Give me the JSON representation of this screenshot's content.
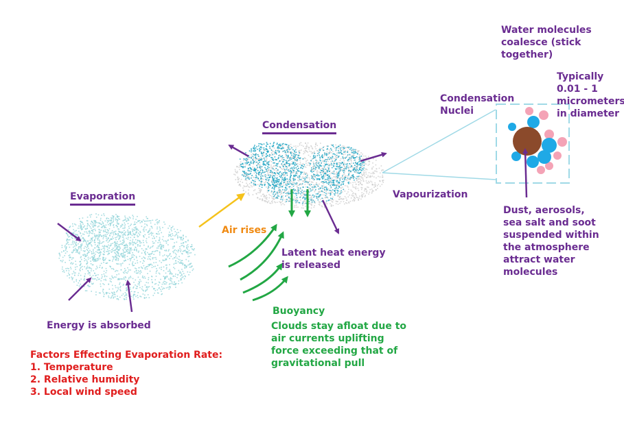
{
  "labels": {
    "evaporation": "Evaporation",
    "condensation": "Condensation",
    "vapourization": "Vapourization",
    "condensation_nuclei_1": "Condensation",
    "condensation_nuclei_2": "Nuclei",
    "energy_absorbed": "Energy is absorbed",
    "air_rises": "Air rises",
    "latent_1": "Latent heat energy",
    "latent_2": "is released",
    "buoyancy": "Buoyancy"
  },
  "notes": {
    "coalesce": [
      "Water molecules",
      "coalesce (stick",
      "together)"
    ],
    "size": [
      "Typically",
      "0.01 - 1",
      "micrometers",
      "in diameter"
    ],
    "dust": [
      "Dust, aerosols,",
      "sea salt and soot",
      "suspended within",
      "the atmosphere",
      "attract water",
      "molecules"
    ],
    "afloat": [
      "Clouds stay afloat due to",
      "air currents uplifting",
      "force exceeding that of",
      "gravitational pull"
    ]
  },
  "factors": {
    "title": "Factors Effecting Evaporation Rate:",
    "items": [
      "1. Temperature",
      "2. Relative humidity",
      "3. Local wind speed"
    ]
  },
  "colors": {
    "purple": "#6a2c91",
    "green": "#22a744",
    "orange": "#f08a12",
    "red": "#e01e1e",
    "evap_dots": "#8fd3d8",
    "cloud_cyan": "#21a6c4",
    "cloud_grey": "#c8c8c8",
    "nucleus": "#8b4a2b",
    "molecule_blue": "#1fa9e6",
    "molecule_pink": "#f4a3b6",
    "zoom_line": "#9fd9e6"
  }
}
